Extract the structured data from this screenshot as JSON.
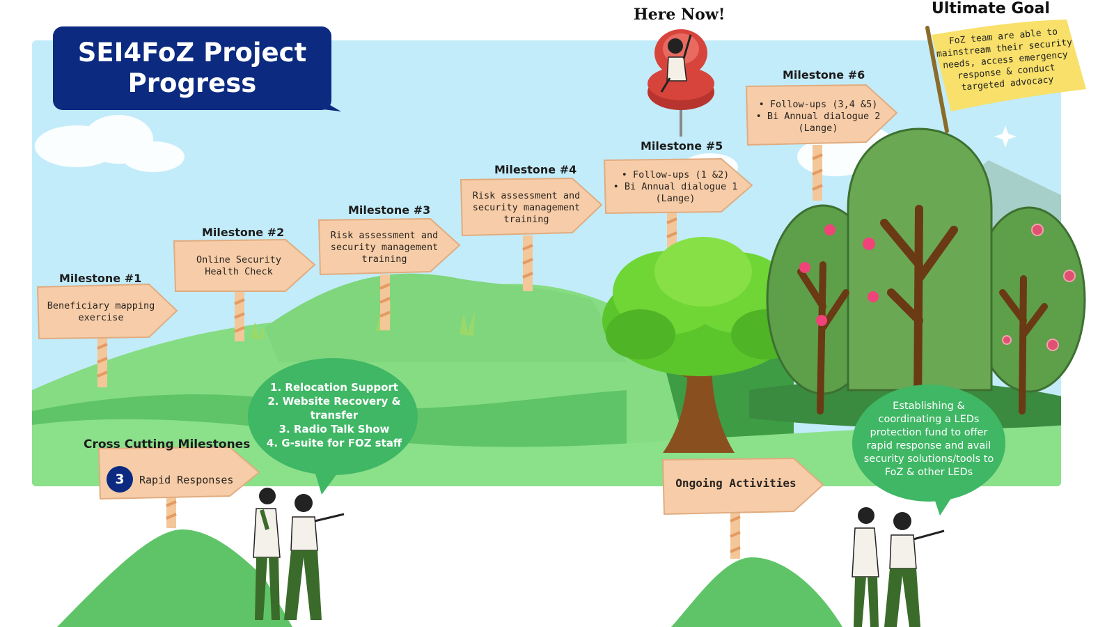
{
  "title": "SEI4FoZ Project Progress",
  "here_now": "Here Now!",
  "ultimate_goal": {
    "title": "Ultimate Goal",
    "text": "FoZ team are able to mainstream their security needs, access emergency response & conduct targeted advocacy"
  },
  "milestones": [
    {
      "label": "Milestone #1",
      "text": "Beneficiary mapping exercise"
    },
    {
      "label": "Milestone #2",
      "text": "Online Security Health Check"
    },
    {
      "label": "Milestone #3",
      "text": "Risk assessment and security management training"
    },
    {
      "label": "Milestone #4",
      "text": "Risk assessment and security management training"
    },
    {
      "label": "Milestone #5",
      "items": [
        "• Follow-ups (1 &2)",
        "• Bi Annual dialogue 1 (Lange)"
      ]
    },
    {
      "label": "Milestone #6",
      "items": [
        "• Follow-ups (3,4 &5)",
        "• Bi Annual dialogue 2 (Lange)"
      ]
    }
  ],
  "cross_cutting": {
    "title": "Cross Cutting Milestones",
    "count": "3",
    "label": "Rapid Responses",
    "items": [
      "1. Relocation Support",
      "2. Website Recovery & transfer",
      "3. Radio Talk Show",
      "4. G-suite for FOZ staff"
    ]
  },
  "ongoing": {
    "label": "Ongoing Activities",
    "text": "Establishing & coordinating a LEDs protection fund to offer rapid response and avail security solutions/tools to FoZ & other LEDs"
  },
  "colors": {
    "navy": "#0b2a80",
    "sky": "#c3ecfa",
    "hill_green": "#7ed87a",
    "bubble_green": "#3fb765",
    "sign_wood": "#f6cda8",
    "flag_yellow": "#f8e06a",
    "pin_red": "#d6443c"
  }
}
